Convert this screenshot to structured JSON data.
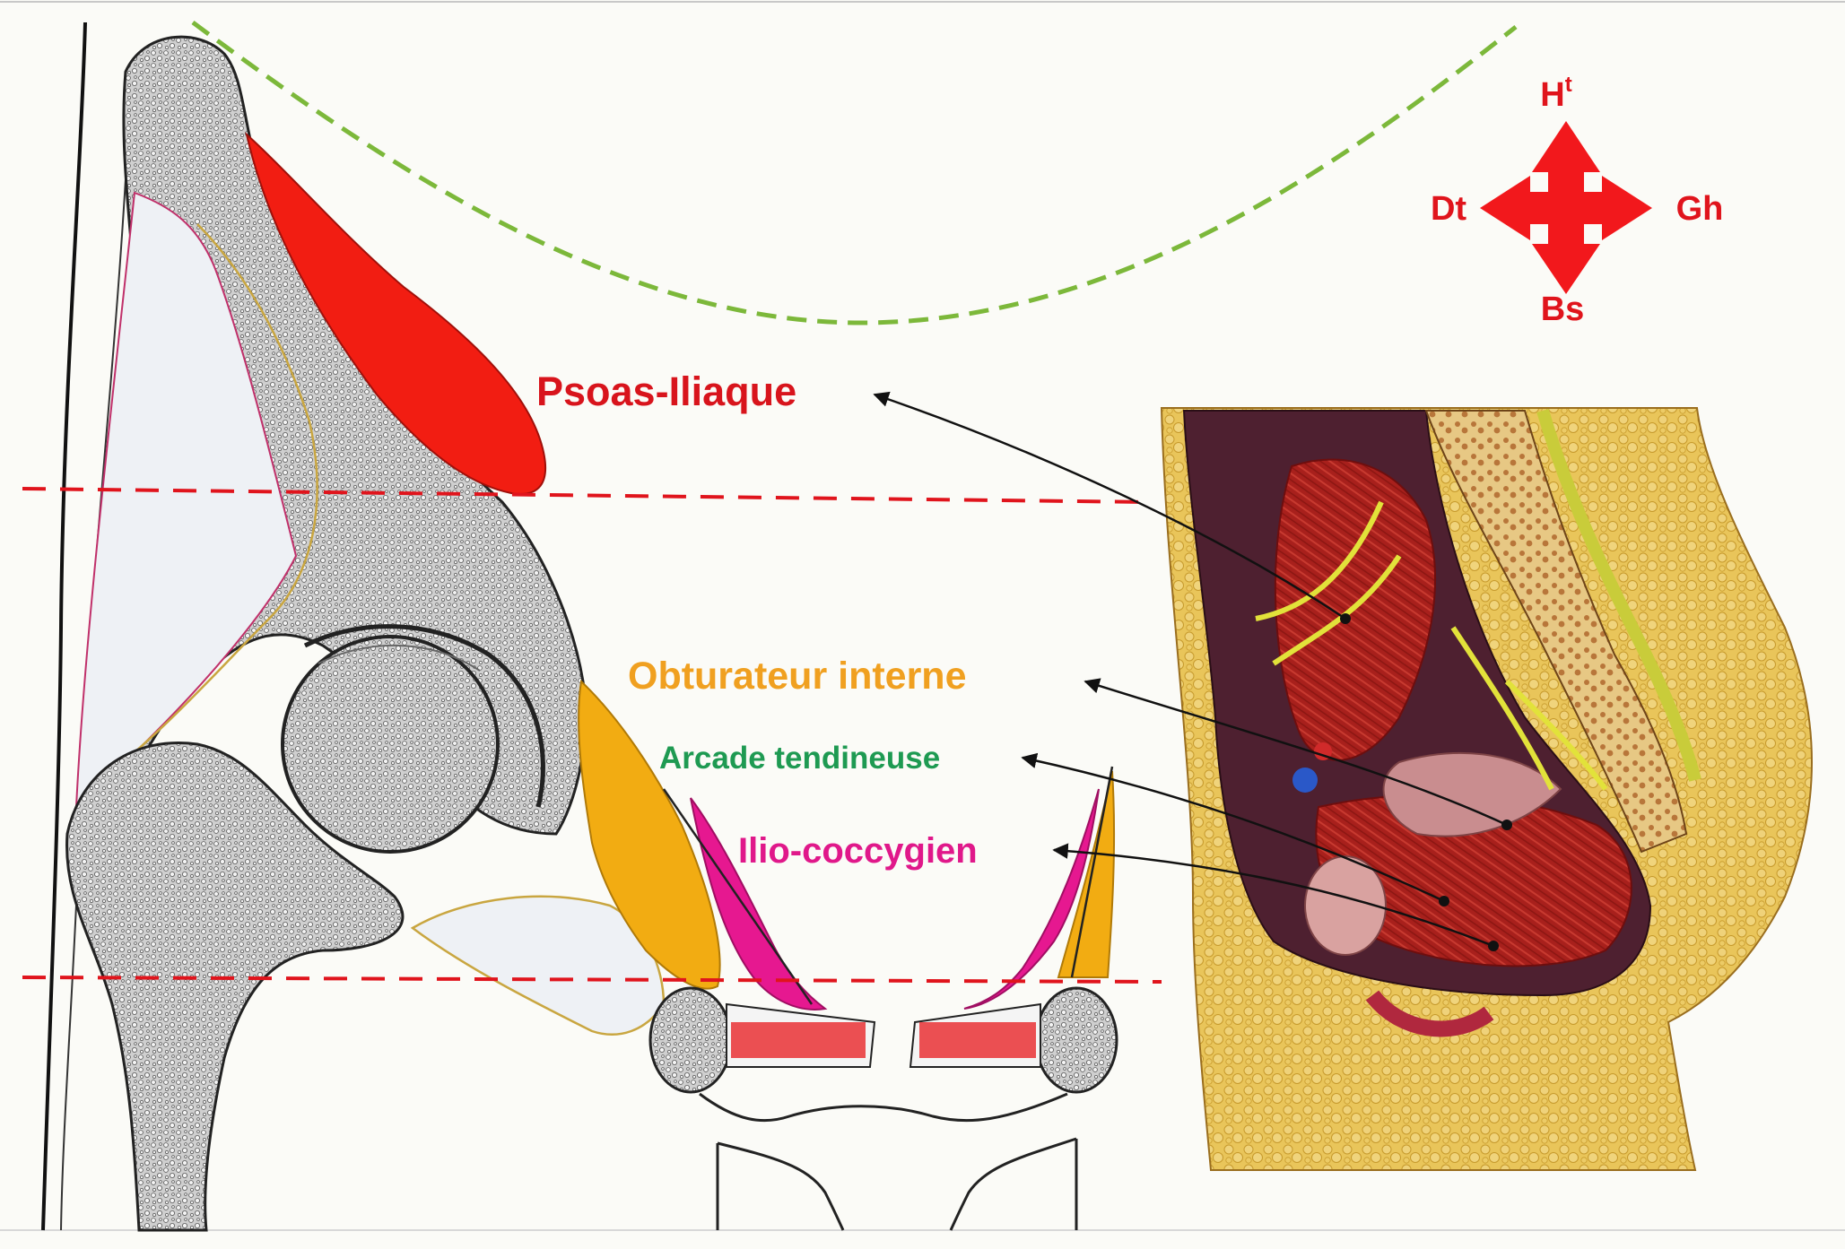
{
  "labels": {
    "psoas": "Psoas-Iliaque",
    "obturateur": "Obturateur interne",
    "arcade": "Arcade tendineuse",
    "ilio": "Ilio-coccygien"
  },
  "compass": {
    "top_base": "H",
    "top_sup": "t",
    "bottom": "Bs",
    "left": "Dt",
    "right": "Gh"
  },
  "colors": {
    "psoas": "#d8141c",
    "obturateur": "#f0a020",
    "arcade": "#1e9a52",
    "ilio": "#e0188a",
    "compass": "#f2181c",
    "guide_red": "#e0141c",
    "guide_green": "#7cb83a"
  }
}
